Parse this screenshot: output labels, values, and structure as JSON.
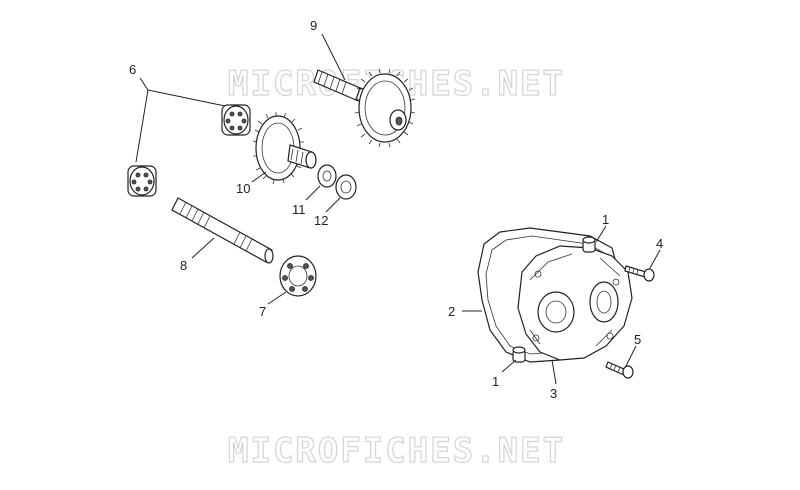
{
  "watermarks": [
    "MICROFICHES.NET",
    "MICROFICHES.NET"
  ],
  "callouts": [
    "9",
    "6",
    "10",
    "11",
    "12",
    "8",
    "7",
    "1",
    "4",
    "2",
    "5",
    "1",
    "3"
  ]
}
